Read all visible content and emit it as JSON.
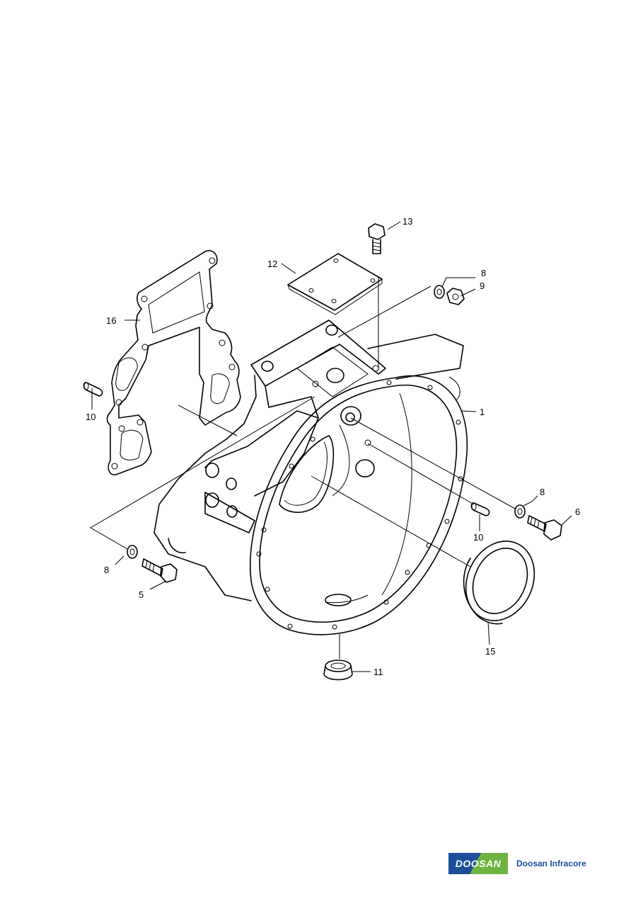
{
  "diagram": {
    "callouts": [
      {
        "id": "13",
        "text": "13"
      },
      {
        "id": "12",
        "text": "12"
      },
      {
        "id": "8a",
        "text": "8"
      },
      {
        "id": "9",
        "text": "9"
      },
      {
        "id": "16",
        "text": "16"
      },
      {
        "id": "10a",
        "text": "10"
      },
      {
        "id": "1",
        "text": "1"
      },
      {
        "id": "8b",
        "text": "8"
      },
      {
        "id": "6",
        "text": "6"
      },
      {
        "id": "10b",
        "text": "10"
      },
      {
        "id": "8c",
        "text": "8"
      },
      {
        "id": "5",
        "text": "5"
      },
      {
        "id": "15",
        "text": "15"
      },
      {
        "id": "11",
        "text": "11"
      }
    ]
  },
  "branding": {
    "logo_text": "DOOSAN",
    "company": "Doosan Infracore",
    "colors": {
      "blue": "#1b4f9c",
      "green": "#6cb33f"
    }
  }
}
